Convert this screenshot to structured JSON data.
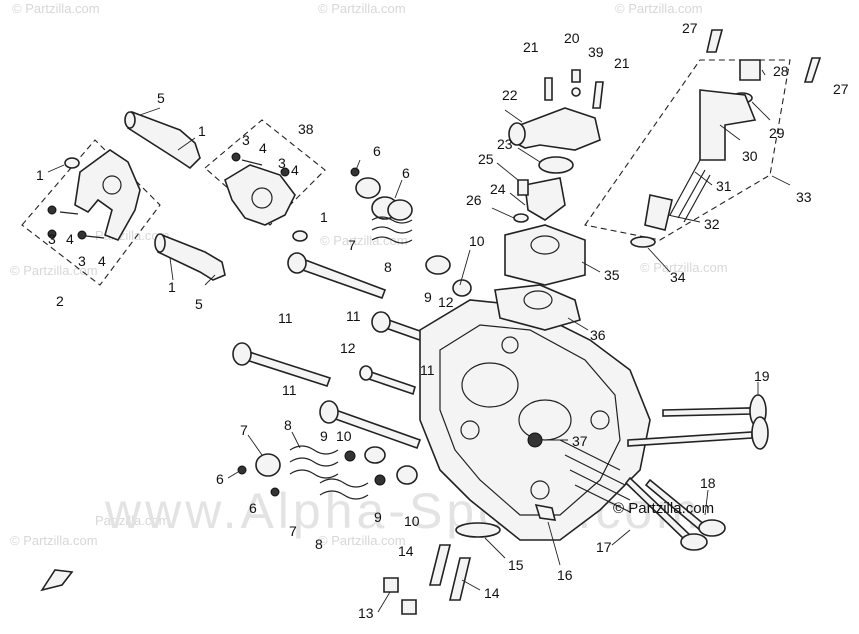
{
  "watermarks": {
    "partzilla": "© Partzilla.com",
    "partzilla_short": "Partzilla.com",
    "center": "www.Alpha-Sports.com"
  },
  "credit": "© Partzilla.com",
  "callouts": [
    {
      "id": "c1a",
      "text": "1"
    },
    {
      "id": "c1b",
      "text": "1"
    },
    {
      "id": "c1c",
      "text": "1"
    },
    {
      "id": "c1d",
      "text": "1"
    },
    {
      "id": "c2",
      "text": "2"
    },
    {
      "id": "c3a",
      "text": "3"
    },
    {
      "id": "c3b",
      "text": "3"
    },
    {
      "id": "c3c",
      "text": "3"
    },
    {
      "id": "c3d",
      "text": "3"
    },
    {
      "id": "c4a",
      "text": "4"
    },
    {
      "id": "c4b",
      "text": "4"
    },
    {
      "id": "c4c",
      "text": "4"
    },
    {
      "id": "c4d",
      "text": "4"
    },
    {
      "id": "c5a",
      "text": "5"
    },
    {
      "id": "c5b",
      "text": "5"
    },
    {
      "id": "c6a",
      "text": "6"
    },
    {
      "id": "c6b",
      "text": "6"
    },
    {
      "id": "c6c",
      "text": "6"
    },
    {
      "id": "c6d",
      "text": "6"
    },
    {
      "id": "c7a",
      "text": "7"
    },
    {
      "id": "c7b",
      "text": "7"
    },
    {
      "id": "c7c",
      "text": "7"
    },
    {
      "id": "c8a",
      "text": "8"
    },
    {
      "id": "c8b",
      "text": "8"
    },
    {
      "id": "c8c",
      "text": "8"
    },
    {
      "id": "c9a",
      "text": "9"
    },
    {
      "id": "c9b",
      "text": "9"
    },
    {
      "id": "c9c",
      "text": "9"
    },
    {
      "id": "c10a",
      "text": "10"
    },
    {
      "id": "c10b",
      "text": "10"
    },
    {
      "id": "c10c",
      "text": "10"
    },
    {
      "id": "c11a",
      "text": "11"
    },
    {
      "id": "c11b",
      "text": "11"
    },
    {
      "id": "c11c",
      "text": "11"
    },
    {
      "id": "c11d",
      "text": "11"
    },
    {
      "id": "c12a",
      "text": "12"
    },
    {
      "id": "c12b",
      "text": "12"
    },
    {
      "id": "c13",
      "text": "13"
    },
    {
      "id": "c14a",
      "text": "14"
    },
    {
      "id": "c14b",
      "text": "14"
    },
    {
      "id": "c15",
      "text": "15"
    },
    {
      "id": "c16",
      "text": "16"
    },
    {
      "id": "c17",
      "text": "17"
    },
    {
      "id": "c18",
      "text": "18"
    },
    {
      "id": "c19",
      "text": "19"
    },
    {
      "id": "c20",
      "text": "20"
    },
    {
      "id": "c21a",
      "text": "21"
    },
    {
      "id": "c21b",
      "text": "21"
    },
    {
      "id": "c22",
      "text": "22"
    },
    {
      "id": "c23",
      "text": "23"
    },
    {
      "id": "c24",
      "text": "24"
    },
    {
      "id": "c25",
      "text": "25"
    },
    {
      "id": "c26",
      "text": "26"
    },
    {
      "id": "c27a",
      "text": "27"
    },
    {
      "id": "c27b",
      "text": "27"
    },
    {
      "id": "c28",
      "text": "28"
    },
    {
      "id": "c29",
      "text": "29"
    },
    {
      "id": "c30",
      "text": "30"
    },
    {
      "id": "c31",
      "text": "31"
    },
    {
      "id": "c32",
      "text": "32"
    },
    {
      "id": "c33",
      "text": "33"
    },
    {
      "id": "c34",
      "text": "34"
    },
    {
      "id": "c35",
      "text": "35"
    },
    {
      "id": "c36",
      "text": "36"
    },
    {
      "id": "c37",
      "text": "37"
    },
    {
      "id": "c38",
      "text": "38"
    },
    {
      "id": "c39",
      "text": "39"
    }
  ]
}
